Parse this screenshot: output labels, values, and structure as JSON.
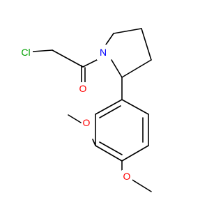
{
  "molecule": {
    "atoms": {
      "cl": {
        "label": "Cl",
        "color": "#00a000"
      },
      "o_carbonyl": {
        "label": "O",
        "color": "#ff0000"
      },
      "n_ring": {
        "label": "N",
        "color": "#0000ff"
      },
      "o_methoxy_meta": {
        "label": "O",
        "color": "#ff0000"
      },
      "o_methoxy_para": {
        "label": "O",
        "color": "#ff0000"
      }
    }
  }
}
